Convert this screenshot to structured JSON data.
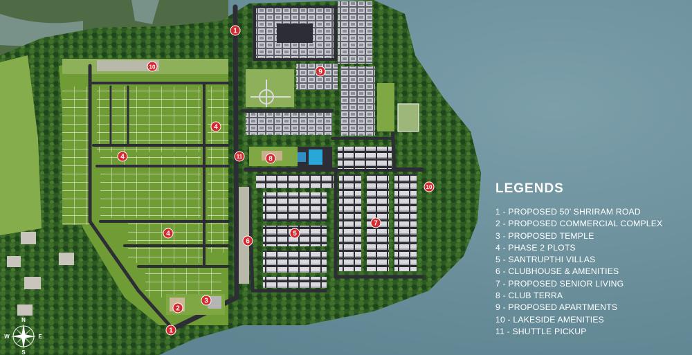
{
  "legend": {
    "title": "LEGENDS",
    "items": [
      "1 - PROPOSED 50’ SHRIRAM ROAD",
      "2 - PROPOSED COMMERCIAL COMPLEX",
      "3 - PROPOSED TEMPLE",
      "4 - PHASE 2 PLOTS",
      "5 - SANTRUPTHI VILLAS",
      "6 - CLUBHOUSE & AMENITIES",
      "7 - PROPOSED SENIOR LIVING",
      "8 - CLUB TERRA",
      "9 - PROPOSED APARTMENTS",
      "10 - LAKESIDE AMENITIES",
      "11 - SHUTTLE PICKUP"
    ]
  },
  "markers": {
    "m1a": "1",
    "m1b": "1",
    "m2": "2",
    "m3": "3",
    "m4a": "4",
    "m4b": "4",
    "m4c": "4",
    "m5": "5",
    "m6": "6",
    "m7": "7",
    "m8": "8",
    "m9": "9",
    "m10a": "10",
    "m10b": "10",
    "m11": "11"
  },
  "compass": {
    "n": "N",
    "s": "S",
    "e": "E",
    "w": "W"
  },
  "colors": {
    "lake": "#6f93a0",
    "marker": "#d42a2f",
    "road": "#2d2e35",
    "lawn": "#6f9c34",
    "trees": "#234a1c",
    "roof": "#d9d9de"
  }
}
